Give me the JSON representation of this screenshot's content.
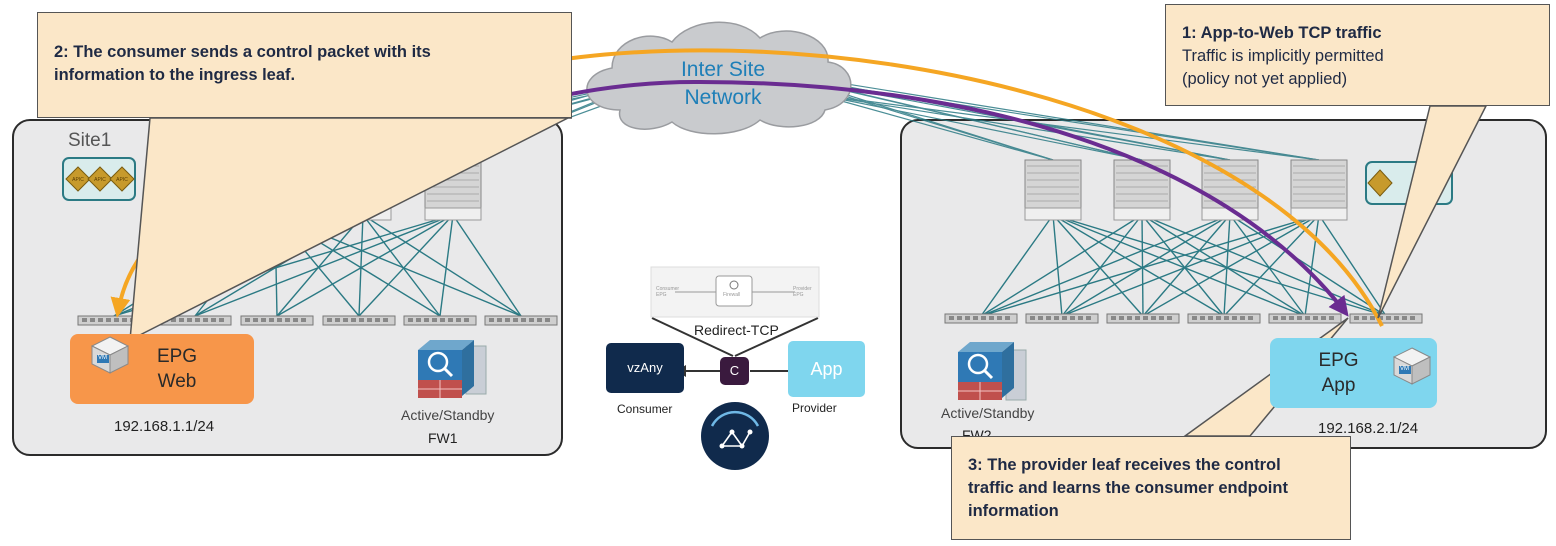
{
  "cloud": {
    "label_line1": "Inter Site",
    "label_line2": "Network"
  },
  "site1": {
    "name": "Site1",
    "epg_label_line1": "EPG",
    "epg_label_line2": "Web",
    "subnet": "192.168.1.1/24",
    "fw_mode": "Active/Standby",
    "fw_name": "FW1",
    "apic_labels": [
      "APIC",
      "APIC",
      "APIC"
    ]
  },
  "site2": {
    "epg_label_line1": "EPG",
    "epg_label_line2": "App",
    "subnet": "192.168.2.1/24",
    "fw_mode": "Active/Standby",
    "fw_name": "FW2"
  },
  "vm_badge": "VM",
  "contract": {
    "graph_consumer": "Consumer EPG",
    "graph_firewall": "Firewall",
    "graph_provider": "Provider EPG",
    "redirect_label": "Redirect-TCP",
    "consumer_box": "vzAny",
    "consumer_label": "Consumer",
    "contract_box": "C",
    "provider_box": "App",
    "provider_label": "Provider"
  },
  "callouts": {
    "c1_title": "1: App-to-Web TCP traffic",
    "c1_line2": "Traffic is implicitly permitted",
    "c1_line3": "(policy not yet applied)",
    "c2_line1": "2: The consumer sends a control packet with its",
    "c2_line2": "information to the ingress leaf.",
    "c3_line1": "3: The provider leaf receives the control",
    "c3_line2": "traffic and learns the consumer endpoint",
    "c3_line3": "information"
  },
  "colors": {
    "orange_flow": "#f5a623",
    "purple_flow": "#6a2c91",
    "teal_link": "#2b7a84",
    "epg_web": "#f7964a",
    "epg_app": "#7fd6ee",
    "callout_fill": "#fbe7c8",
    "vzany_box": "#102a4c"
  }
}
